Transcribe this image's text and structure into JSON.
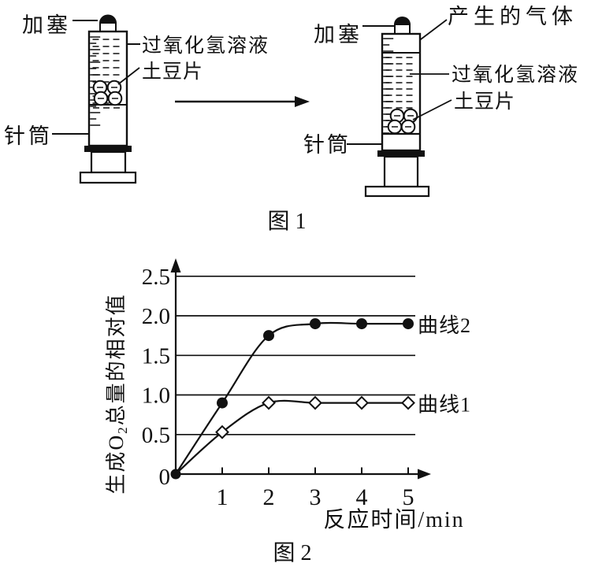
{
  "figure1": {
    "caption": "图 1",
    "left": {
      "stopper_label": "加塞",
      "solution_label": "过氧化氢溶液",
      "potato_label": "土豆片",
      "syringe_label": "针筒"
    },
    "right": {
      "gas_label": "产生的气体",
      "stopper_label": "加塞",
      "solution_label": "过氧化氢溶液",
      "potato_label": "土豆片",
      "syringe_label": "针筒"
    }
  },
  "figure2": {
    "caption": "图 2"
  },
  "chart_data": {
    "type": "line",
    "title": "",
    "xlabel": "反应时间/min",
    "ylabel": "生成O₂总量的相对值",
    "x": [
      0,
      1,
      2,
      3,
      4,
      5
    ],
    "series": [
      {
        "name": "曲线2",
        "marker": "filled-circle",
        "color": "#111111",
        "values": [
          0,
          0.9,
          1.75,
          1.9,
          1.9,
          1.9
        ]
      },
      {
        "name": "曲线1",
        "marker": "open-diamond",
        "color": "#111111",
        "values": [
          0,
          0.53,
          0.9,
          0.9,
          0.9,
          0.9
        ]
      }
    ],
    "yticks": [
      0,
      0.5,
      1.0,
      1.5,
      2.0,
      2.5
    ],
    "ytick_labels": [
      "0",
      "0.5",
      "1.0",
      "1.5",
      "2.0",
      "2.5"
    ],
    "xticks": [
      1,
      2,
      3,
      4,
      5
    ],
    "xtick_labels": [
      "1",
      "2",
      "3",
      "4",
      "5"
    ],
    "xlim": [
      0,
      5.45
    ],
    "ylim": [
      0,
      2.7
    ],
    "grid": "horizontal",
    "legend_position": "right-of-curve-ends"
  }
}
